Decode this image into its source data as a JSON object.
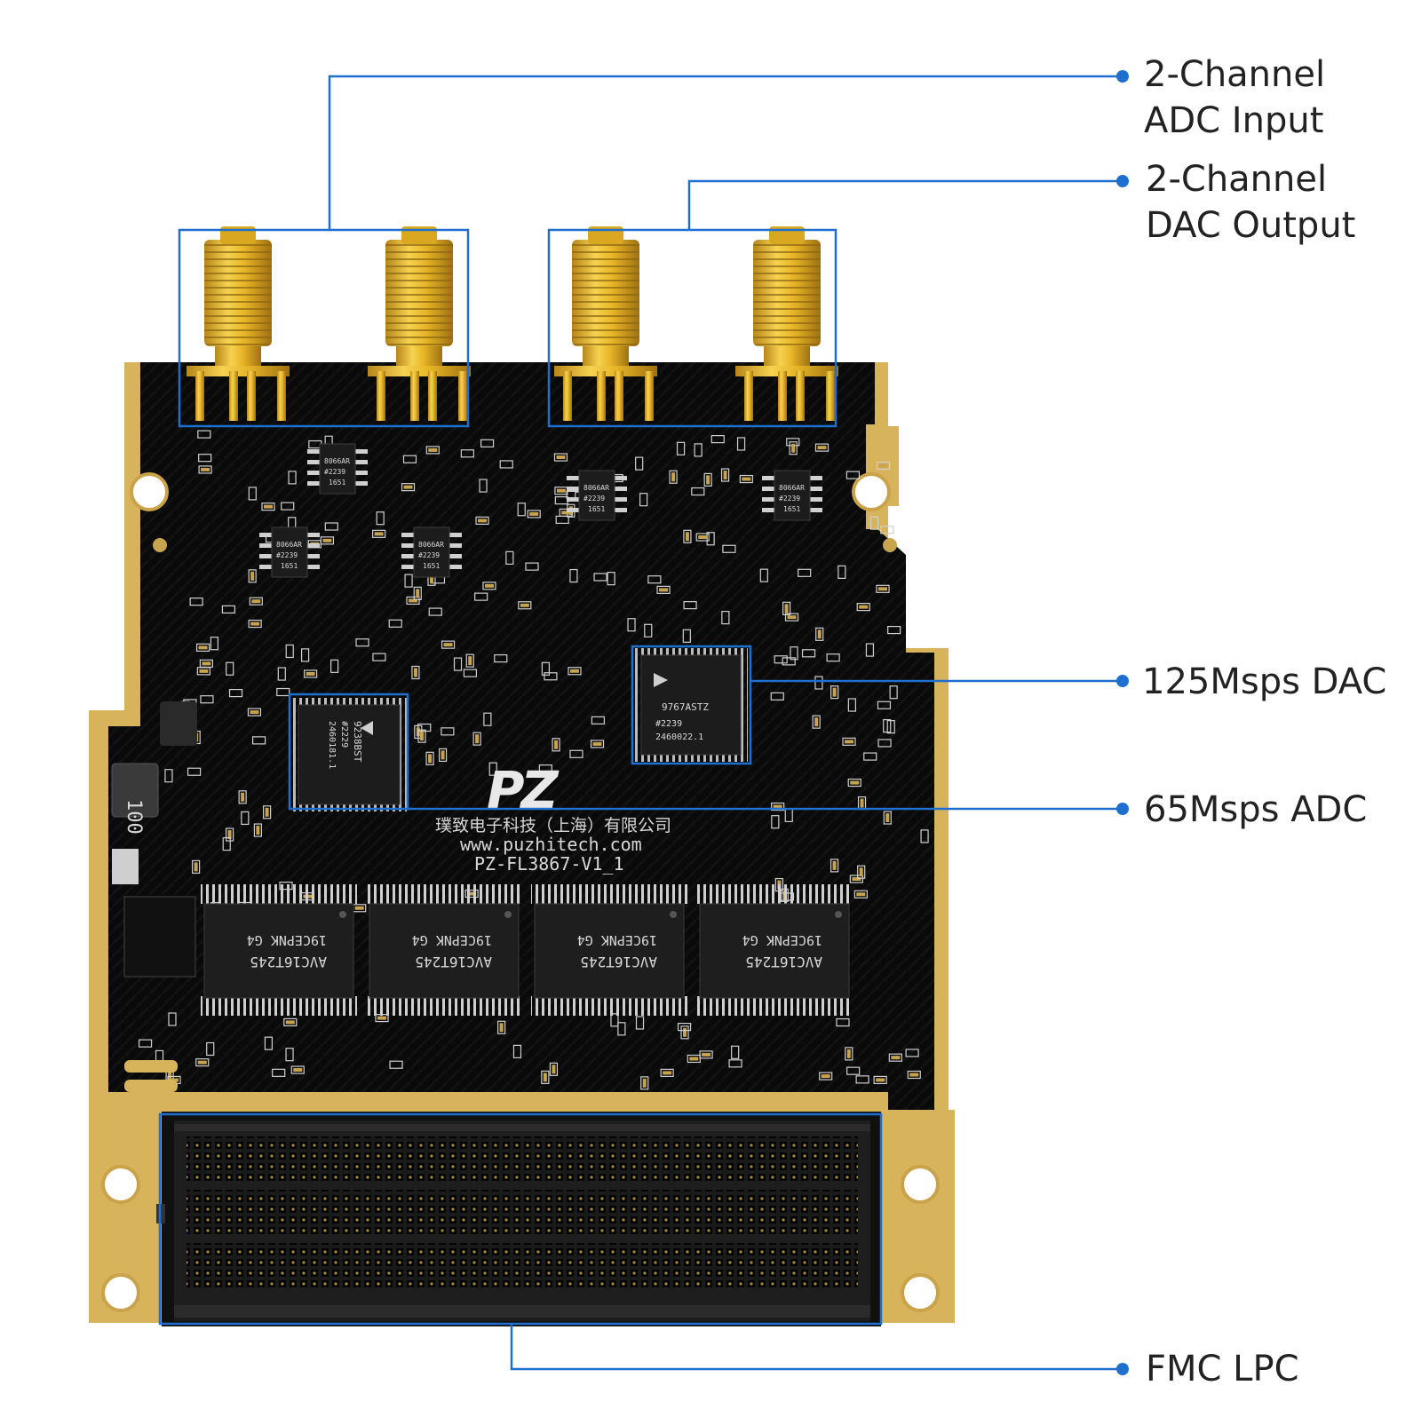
{
  "colors": {
    "callout": "#1f6fd1",
    "pcb": "#0b0b0b",
    "gold": "#d9b45a",
    "connector_gold": "#e3b21a",
    "silkscreen": "#d8d8d8"
  },
  "callouts": [
    {
      "text": "2-Channel\nADC Input"
    },
    {
      "text": "2-Channel\nDAC Output"
    },
    {
      "text": "125Msps DAC"
    },
    {
      "text": "65Msps ADC"
    },
    {
      "text": "FMC LPC"
    }
  ],
  "board": {
    "logo": "PZ",
    "company_cn": "璞致电子科技（上海）有限公司",
    "website": "www.puzhitech.com",
    "model": "PZ-FL3867-V1_1",
    "inductor_marking": "100",
    "buffer_chips": [
      {
        "line1": "AVC16T245",
        "line2": "19CEPNK G4"
      },
      {
        "line1": "AVC16T245",
        "line2": "19CEPNK G4"
      },
      {
        "line1": "AVC16T245",
        "line2": "19CEPNK G4"
      },
      {
        "line1": "AVC16T245",
        "line2": "19CEPNK G4"
      }
    ],
    "dac_chip": {
      "line1": "9767ASTZ",
      "line2": "#2239",
      "line3": "2460022.1"
    },
    "adc_chip": {
      "line1": "9238BST",
      "line2": "#2229",
      "line3": "2460181.1"
    },
    "amp_chip": {
      "line1": "8066AR",
      "line2": "#2239",
      "line3": "1651"
    }
  }
}
